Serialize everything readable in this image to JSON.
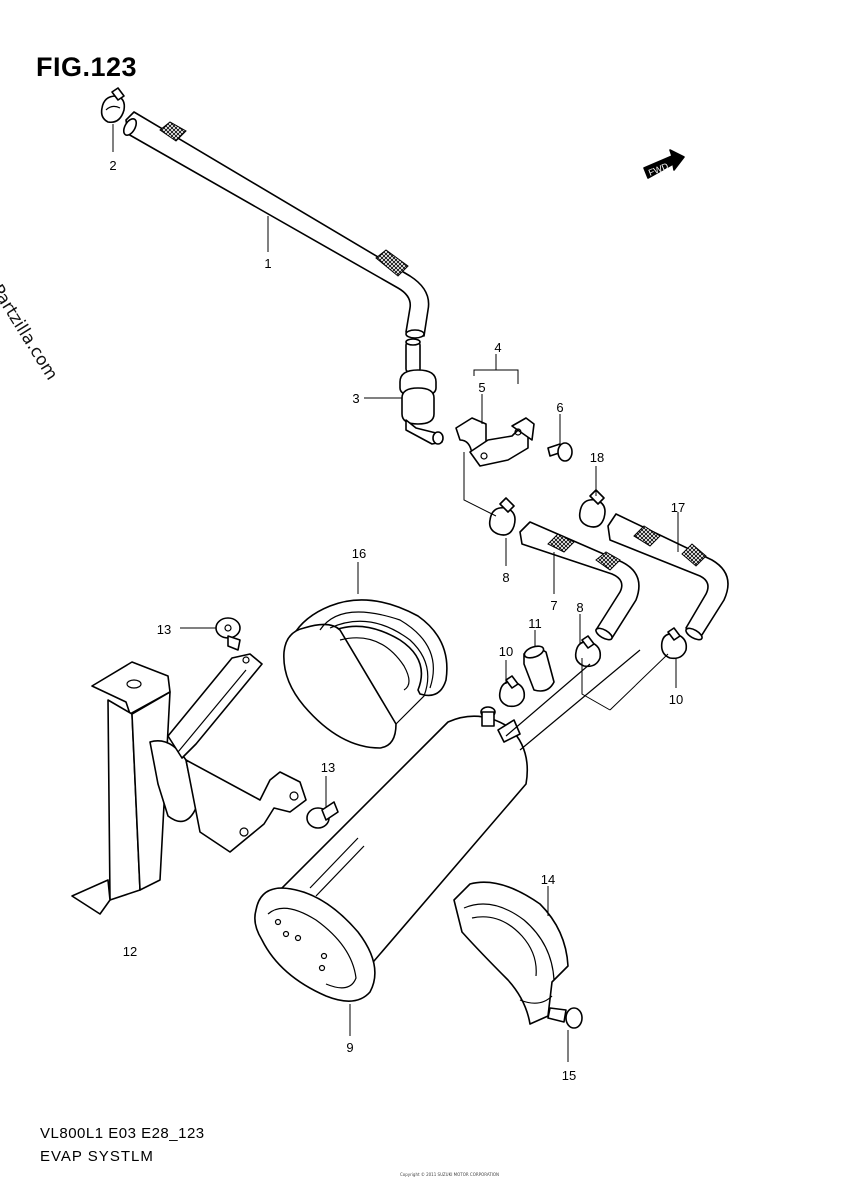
{
  "figure": {
    "title": "FIG.123",
    "watermark": "© Partzilla.com",
    "code": "VL800L1 E03 E28_123",
    "name": "EVAP SYSTLM",
    "fwd_label": "FWD",
    "copyright": "Copyright © 2011 SUZUKI MOTOR CORPORATION"
  },
  "callouts": {
    "c1": "1",
    "c2": "2",
    "c3": "3",
    "c4": "4",
    "c5": "5",
    "c6": "6",
    "c7": "7",
    "c8a": "8",
    "c8b": "8",
    "c9": "9",
    "c10a": "10",
    "c10b": "10",
    "c11": "11",
    "c12": "12",
    "c13a": "13",
    "c13b": "13",
    "c14": "14",
    "c15": "15",
    "c16": "16",
    "c17": "17",
    "c18": "18"
  }
}
